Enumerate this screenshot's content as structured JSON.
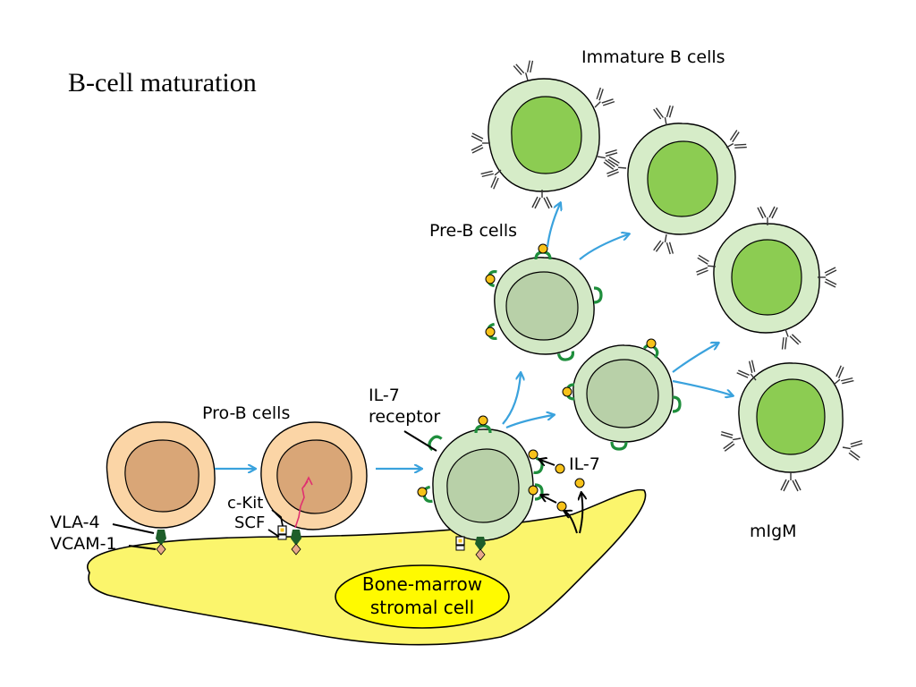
{
  "title": "B-cell maturation",
  "labels": {
    "immature_b_cells": "Immature B cells",
    "pre_b_cells": "Pre-B cells",
    "pro_b_cells": "Pro-B cells",
    "il7_receptor_line1": "IL-7",
    "il7_receptor_line2": "receptor",
    "il7": "IL-7",
    "c_kit": "c-Kit",
    "scf": "SCF",
    "vla4": "VLA-4",
    "vcam1": "VCAM-1",
    "migm": "mIgM",
    "stromal_line1": "Bone-marrow",
    "stromal_line2": "stromal cell"
  },
  "colors": {
    "pro_b_cytoplasm": "#fbd5a6",
    "pro_b_nucleus": "#d9a677",
    "pre_b_cytoplasm": "#d2e8c5",
    "pre_b_nucleus": "#b8d0a8",
    "immature_cytoplasm": "#d6ecc8",
    "immature_nucleus": "#8ccc52",
    "stromal_cell": "#fbf56c",
    "stromal_nucleus": "#fffa00",
    "arrow": "#3aa2dd",
    "receptor": "#1e8e3c",
    "il7_ligand": "#f7c21a",
    "signal": "#e03070",
    "vcam": "#e8a88a"
  }
}
